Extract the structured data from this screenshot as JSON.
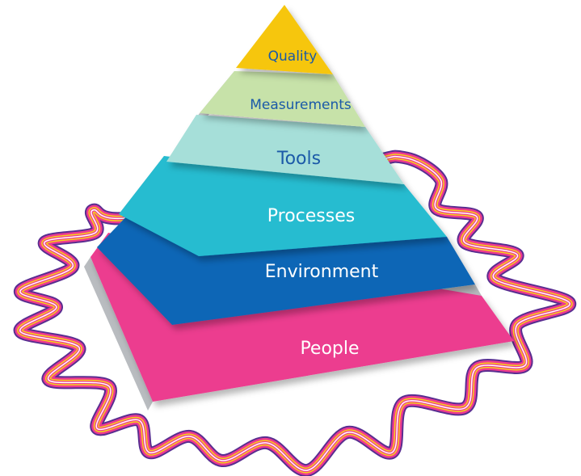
{
  "pyramid": {
    "tiers": [
      {
        "label": "Quality",
        "color": "#f6c60f",
        "text_color": "#1b5aa8"
      },
      {
        "label": "Measurements",
        "color": "#c7e2a9",
        "text_color": "#1b5aa8"
      },
      {
        "label": "Tools",
        "color": "#a6dfd9",
        "text_color": "#1b5aa8"
      },
      {
        "label": "Processes",
        "color": "#25bcd0",
        "text_color": "#ffffff"
      },
      {
        "label": "Environment",
        "color": "#1166b6",
        "text_color": "#ffffff"
      },
      {
        "label": "People",
        "color": "#ec3d8f",
        "text_color": "#ffffff"
      }
    ],
    "ribbon_colors": [
      "#5a2d91",
      "#ee3b8f",
      "#f7d21a",
      "#ffffff"
    ]
  }
}
